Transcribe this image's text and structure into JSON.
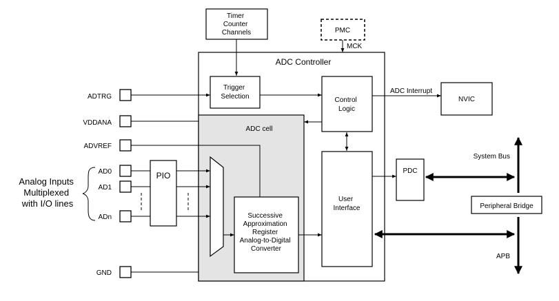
{
  "blocks": {
    "timer": [
      "Timer",
      "Counter",
      "Channels"
    ],
    "pmc": "PMC",
    "mck": "MCK",
    "adc_controller": "ADC Controller",
    "trigger": [
      "Trigger",
      "Selection"
    ],
    "control": [
      "Control",
      "Logic"
    ],
    "adc_cell": "ADC cell",
    "sar": [
      "Successive",
      "Approximation",
      "Register",
      "Analog-to-Digital",
      "Converter"
    ],
    "user_interface": [
      "User",
      "Interface"
    ],
    "nvic": "NVIC",
    "adc_interrupt": "ADC Interrupt",
    "pdc": "PDC",
    "pio": "PIO",
    "system_bus": "System Bus",
    "peripheral_bridge": "Peripheral Bridge",
    "apb": "APB"
  },
  "pins": {
    "adtrg": "ADTRG",
    "vddana": "VDDANA",
    "advref": "ADVREF",
    "ad0": "AD0",
    "ad1": "AD1",
    "adn": "ADn",
    "gnd": "GND"
  },
  "analog_inputs_label": [
    "Analog Inputs",
    "Multiplexed",
    "with I/O lines"
  ]
}
